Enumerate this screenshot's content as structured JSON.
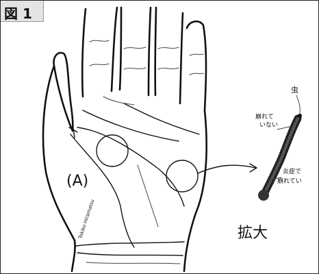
{
  "figure": {
    "label": "図 1",
    "region_marker": "(A)",
    "signature": "Tokiko Hiramatsu",
    "zoom_label": "拡大",
    "annotations": {
      "bug": "虫",
      "intact_line1": "崩れて",
      "intact_line2": "いない",
      "inflamed_line1": "炎症で",
      "inflamed_line2": "崩れてい"
    }
  }
}
